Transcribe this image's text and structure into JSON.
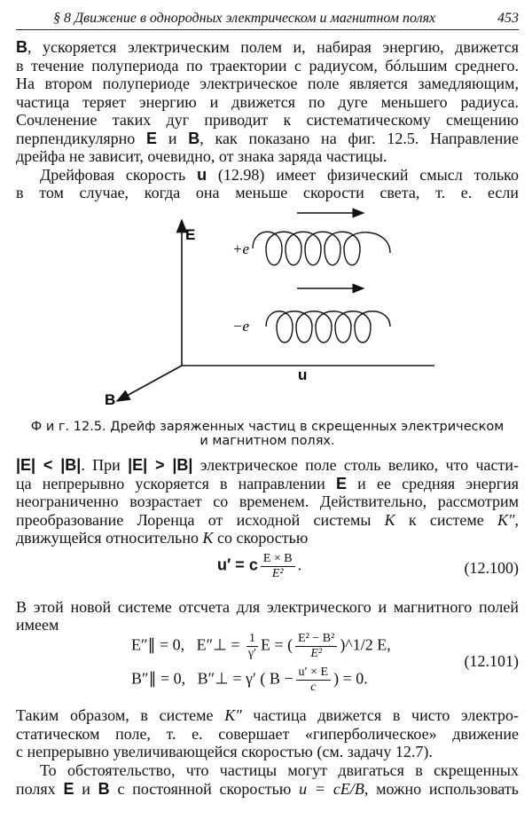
{
  "header": {
    "title": "§ 8 Движение в однородных электрическом и магнитном полях",
    "page_number": "453"
  },
  "para1": [
    [
      "B",
      ", ускоряется электрическим полем и, набирая энергию, движется"
    ],
    "в течение полупериода по траектории с радиусом, бóльшим среднего.",
    "На втором полупериоде электрическое поле является замедляющим,",
    "частица теряет энергию и движется по дуге меньшего радиуса.",
    "Сочленение таких дуг приводит к систематическому смещению",
    [
      "перпендикулярно ",
      "E",
      " и ",
      "B",
      ", как показано на фиг. 12.5. Направление"
    ],
    "дрейфа не зависит, очевидно, от знака заряда частицы."
  ],
  "para2": [
    [
      "Дрейфовая скорость ",
      "u",
      " (12.98) имеет физический смысл только"
    ],
    "в  том  случае,  когда  она  меньше  скорости  света,  т. е.  если"
  ],
  "figure": {
    "labels": {
      "E": "E",
      "B": "B",
      "u": "u",
      "plus_e": "+e",
      "minus_e": "−e"
    },
    "caption_line1": "Ф и г. 12.5. Дрейф заряженных частиц в скрещенных электрическом",
    "caption_line2": "и магнитном полях."
  },
  "para3": [
    [
      "|E| < |B|",
      ". При ",
      "|E| > |B|",
      " электрическое поле столь велико, что части-"
    ],
    [
      "ца непрерывно ускоряется в направлении ",
      "E",
      " и ее средняя энергия"
    ],
    "неограниченно возрастает со временем. Действительно, рассмотрим",
    [
      "преобразование Лоренца от исходной системы ",
      "K",
      " к системе ",
      "K″",
      ","
    ],
    [
      "движущейся относительно ",
      "K",
      " со скоростью"
    ]
  ],
  "eq100": {
    "lhs": "u′ = c",
    "num": "E × B",
    "den": "E²",
    "tail": ".",
    "number": "(12.100)"
  },
  "para4": [
    "В этой новой системе отсчета для электрического и магнитного полей",
    "имеем"
  ],
  "eq101": {
    "line1": {
      "a": "E″∥ = 0,",
      "b": "E″⊥ = ",
      "f1n": "1",
      "f1d": "γ′",
      "c": "E = (",
      "f2n": "E² − B²",
      "f2d": "E²",
      "d": ")^1/2 E,"
    },
    "line2": {
      "a": "B″∥ = 0,",
      "b": "B″⊥ = γ′ ( B −",
      "fn": "u′ × E",
      "fd": "c",
      "c": ") = 0."
    },
    "number": "(12.101)"
  },
  "para5": [
    [
      "Таким образом, в системе ",
      "K″",
      " частица движется в чисто электро-"
    ],
    "статическом поле, т. е. совершает «гиперболическое» движение",
    "с непрерывно увеличивающейся скоростью (см. задачу 12.7)."
  ],
  "para6": [
    "То обстоятельство, что частицы могут двигаться в скрещенных",
    [
      "полях ",
      "E",
      " и ",
      "B",
      " с постоянной скоростью ",
      "u = cE/B",
      ", можно использовать"
    ]
  ]
}
